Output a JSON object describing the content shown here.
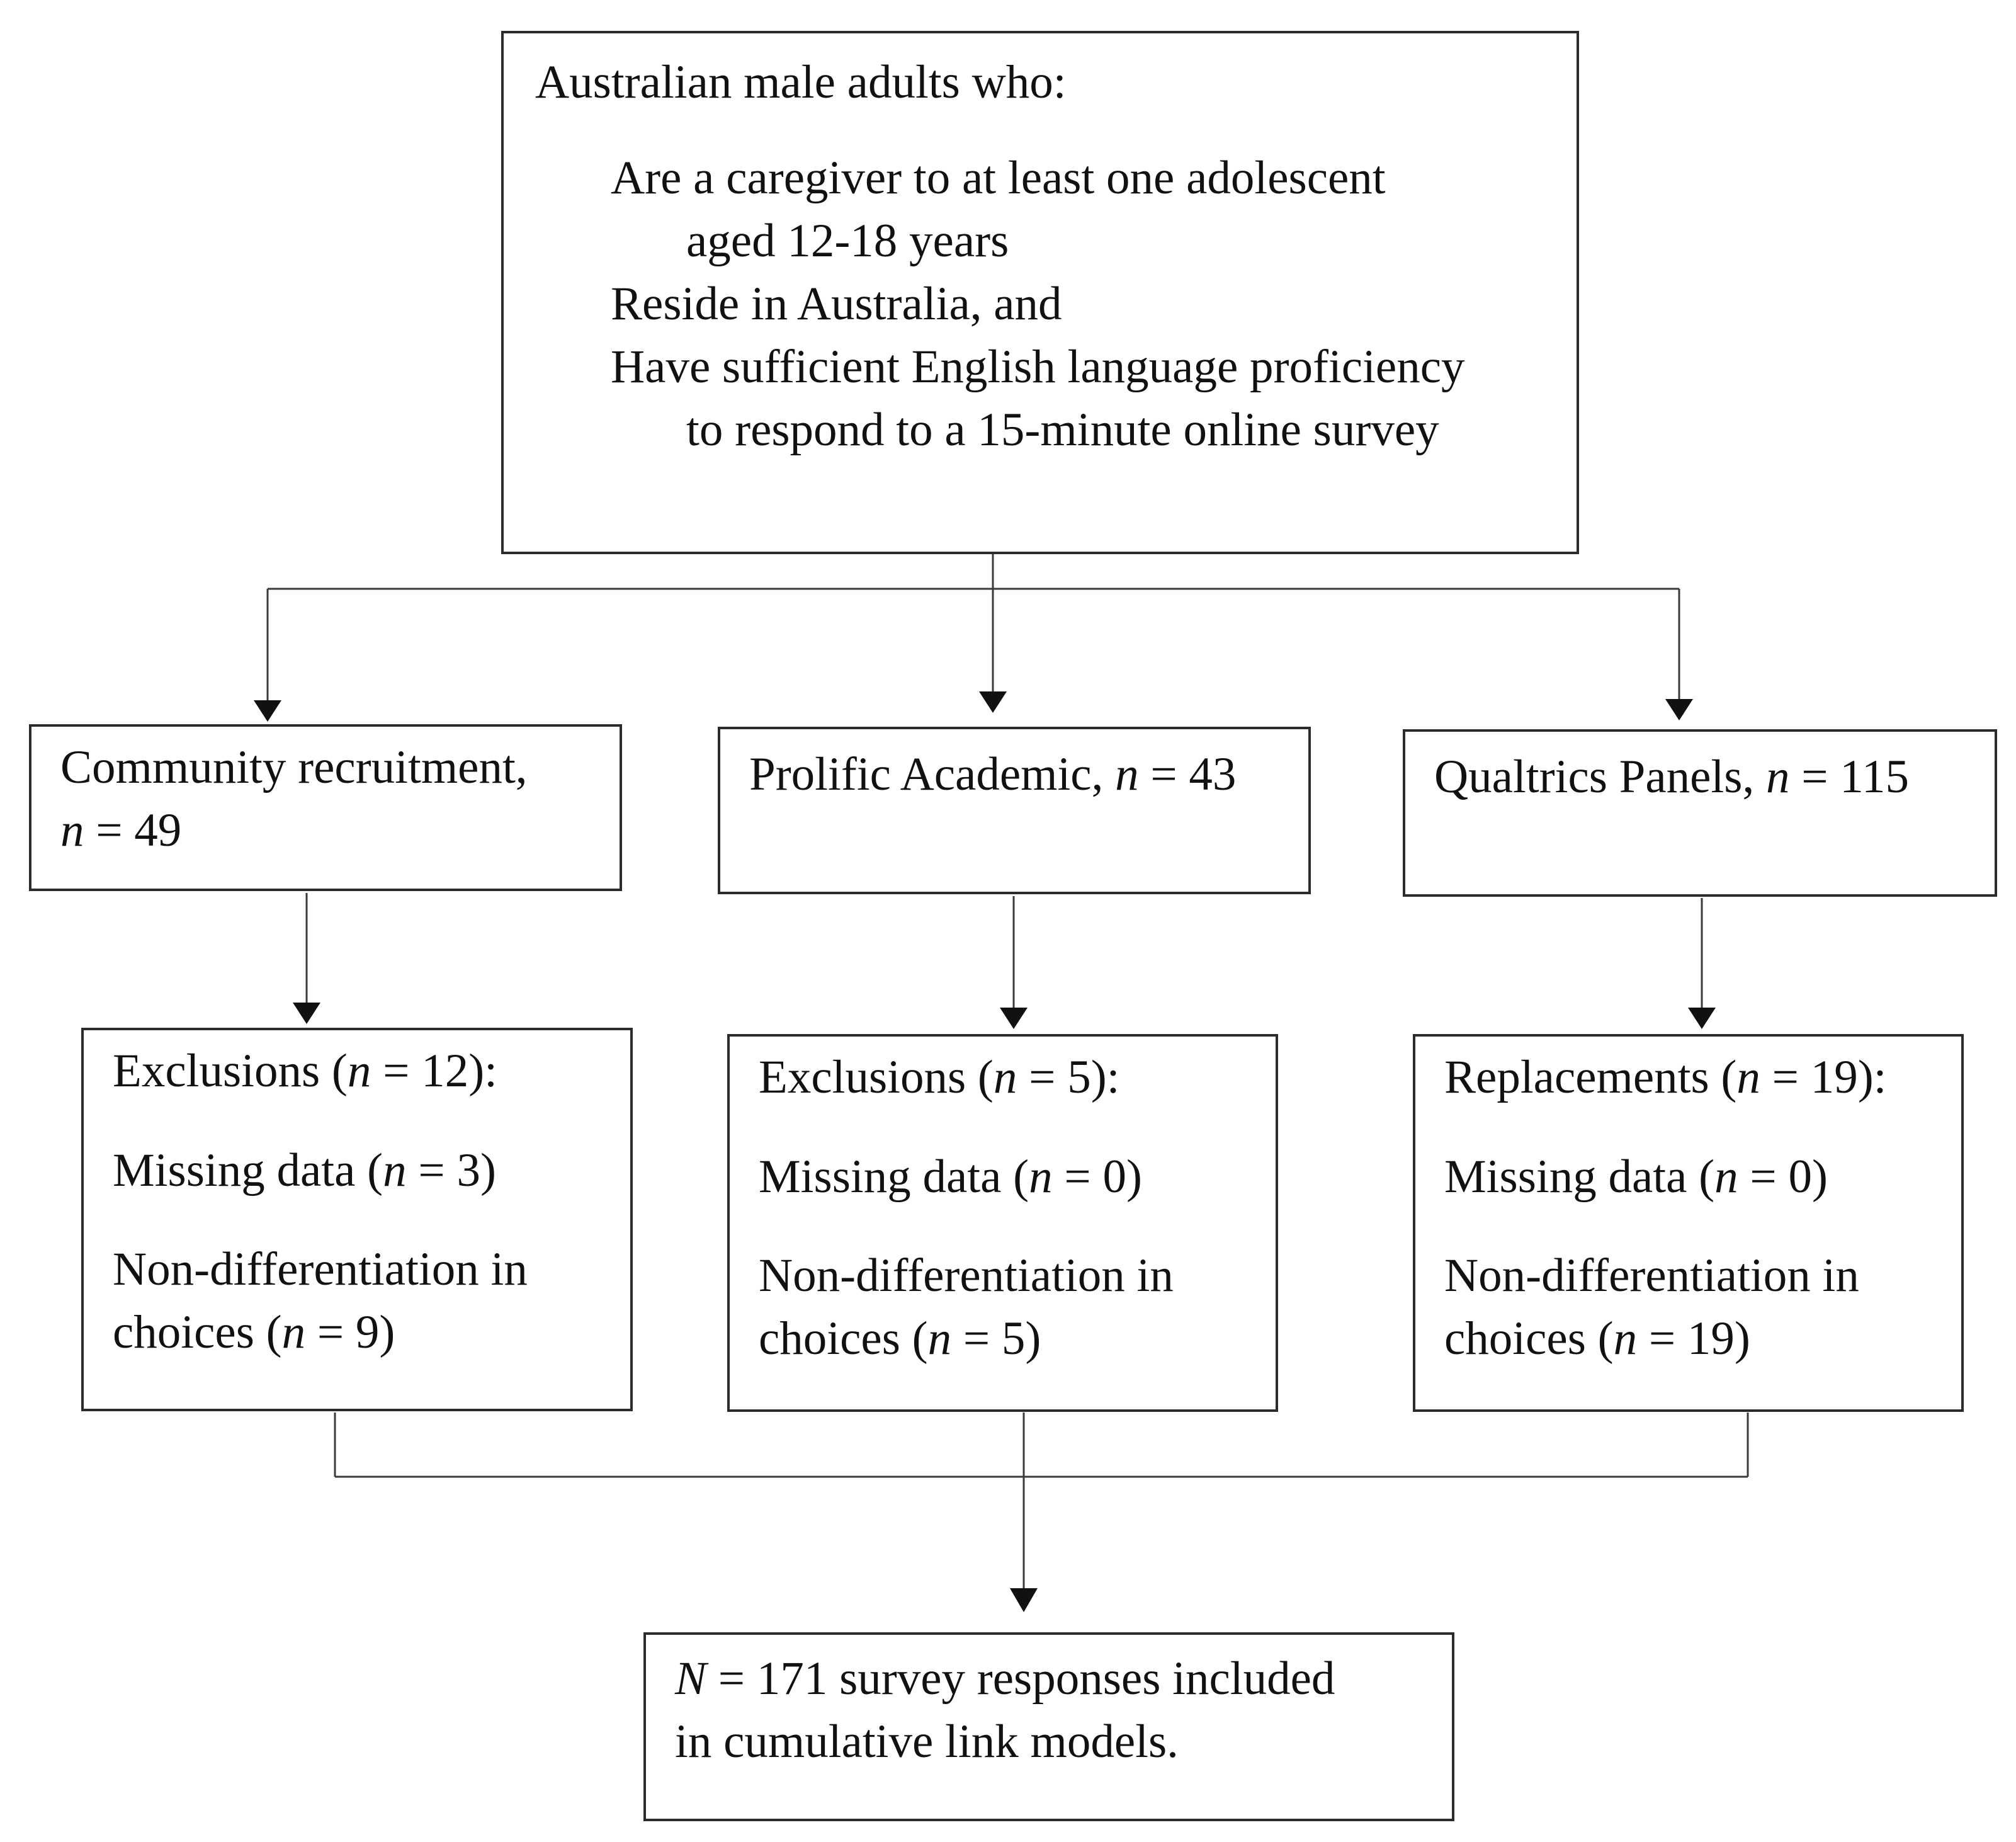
{
  "eligibility": {
    "heading": "Australian male adults who:",
    "criteria": [
      {
        "line1": "Are a caregiver to at least one adolescent",
        "line2": "aged 12-18 years"
      },
      {
        "line1": "Reside in Australia, and"
      },
      {
        "line1": "Have sufficient English language proficiency",
        "line2": "to respond to a 15-minute online survey"
      }
    ]
  },
  "sources": [
    {
      "label": "Community recruitment,",
      "n_label": "n",
      "eq": " = 49",
      "n": 49
    },
    {
      "label": "Prolific Academic, ",
      "n_label": "n",
      "eq": " = 43",
      "n": 43
    },
    {
      "label": "Qualtrics Panels, ",
      "n_label": "n",
      "eq": " = 115",
      "n": 115
    }
  ],
  "adjustments": [
    {
      "title": "Exclusions (",
      "title_n": "n",
      "title_eq": " = 12):",
      "total": 12,
      "missing": "Missing data (",
      "missing_n": "n",
      "missing_eq": " = 3)",
      "nondiff_line1": "Non-differentiation in",
      "nondiff_line2": "choices (",
      "nondiff_n": "n",
      "nondiff_eq": " = 9)"
    },
    {
      "title": "Exclusions (",
      "title_n": "n",
      "title_eq": " = 5):",
      "total": 5,
      "missing": "Missing data (",
      "missing_n": "n",
      "missing_eq": " = 0)",
      "nondiff_line1": "Non-differentiation in",
      "nondiff_line2": "choices (",
      "nondiff_n": "n",
      "nondiff_eq": " = 5)"
    },
    {
      "title": "Replacements (",
      "title_n": "n",
      "title_eq": " = 19):",
      "total": 19,
      "missing": "Missing data (",
      "missing_n": "n",
      "missing_eq": " = 0)",
      "nondiff_line1": "Non-differentiation in",
      "nondiff_line2": "choices (",
      "nondiff_n": "n",
      "nondiff_eq": " = 19)"
    }
  ],
  "final": {
    "N_label": "N",
    "line1_rest": " = 171 survey responses included",
    "line2": "in cumulative link models.",
    "N": 171
  }
}
